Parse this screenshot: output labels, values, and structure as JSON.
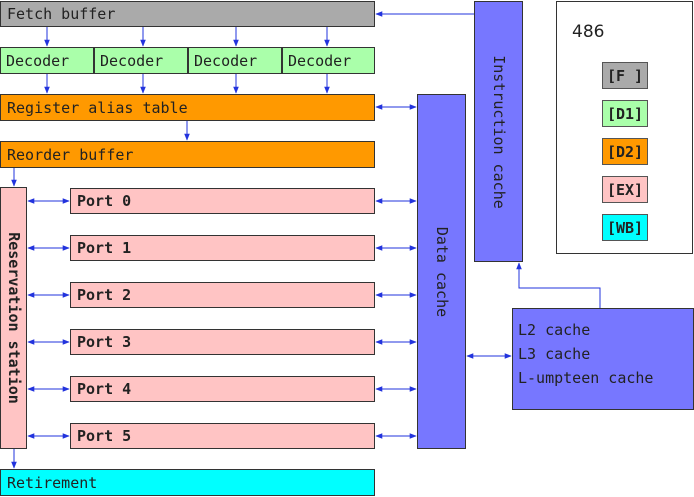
{
  "colors": {
    "fetch": "#aaaaaa",
    "decoder": "#aaffaa",
    "rename": "#ff9900",
    "execute": "#ffc4c4",
    "retire": "#00ffff",
    "cache": "#7777ff",
    "arrow": "#2233dd"
  },
  "fetch_buffer": "Fetch buffer",
  "decoders": [
    "Decoder",
    "Decoder",
    "Decoder",
    "Decoder"
  ],
  "register_alias_table": "Register alias table",
  "reorder_buffer": "Reorder buffer",
  "reservation_station": "Reservation station",
  "ports": [
    "Port 0",
    "Port 1",
    "Port 2",
    "Port 3",
    "Port 4",
    "Port 5"
  ],
  "retirement": "Retirement",
  "instruction_cache": "Instruction cache",
  "data_cache": "Data cache",
  "outer_caches": [
    "L2 cache",
    "L3 cache",
    "L-umpteen cache"
  ],
  "legend": {
    "title": "486",
    "stages": [
      "[F ]",
      "[D1]",
      "[D2]",
      "[EX]",
      "[WB]"
    ]
  }
}
